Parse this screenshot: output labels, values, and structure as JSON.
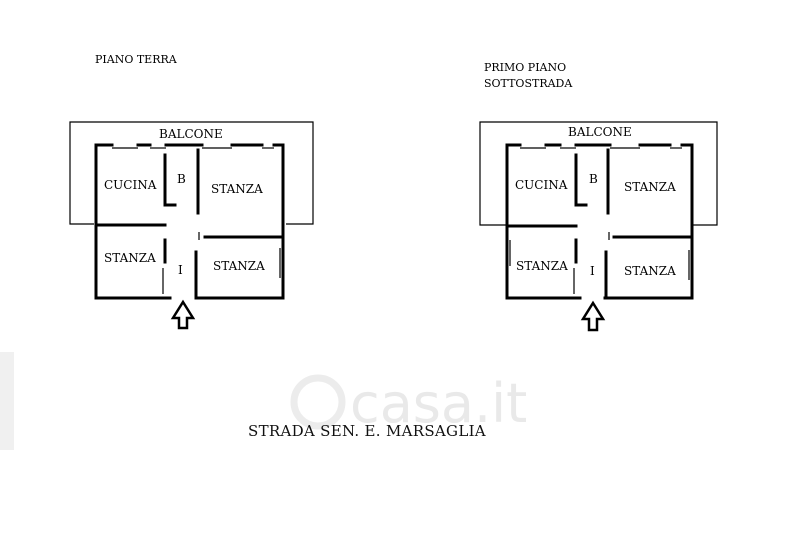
{
  "left_plan": {
    "heading": "PIANO TERRA",
    "balcony": "BALCONE",
    "kitchen": "CUCINA",
    "bath": "B",
    "room_top": "STANZA",
    "room_bottom_left": "STANZA",
    "entrance": "I",
    "room_bottom_right": "STANZA"
  },
  "right_plan": {
    "heading_line1": "PRIMO PIANO",
    "heading_line2": "SOTTOSTRADA",
    "balcony": "BALCONE",
    "kitchen": "CUCINA",
    "bath": "B",
    "room_top": "STANZA",
    "room_bottom_left": "STANZA",
    "entrance": "I",
    "room_bottom_right": "STANZA"
  },
  "street_label": "STRADA SEN. E. MARSAGLIA",
  "watermark": "casa.it"
}
